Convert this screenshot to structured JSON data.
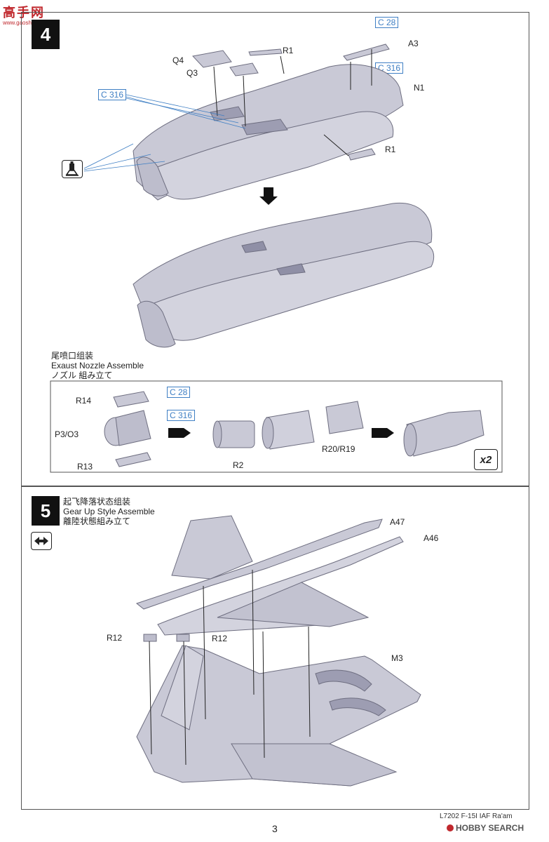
{
  "header": {
    "logo_text": "高手网",
    "logo_url_text": "www.gaoshouhm.cn"
  },
  "step4": {
    "number": "4",
    "labels": {
      "q4": "Q4",
      "q3": "Q3",
      "r1_top": "R1",
      "a3": "A3",
      "n1": "N1",
      "r1_side": "R1"
    },
    "color_codes": {
      "c28": "C 28",
      "c316_right": "C 316",
      "c316_left": "C 316"
    },
    "subassembly": {
      "title_cn": "尾喷口组装",
      "title_en": "Exaust Nozzle Assemble",
      "title_jp": "ノズル 組み立て",
      "labels": {
        "r14": "R14",
        "p3o3": "P3/O3",
        "r13": "R13",
        "r2": "R2",
        "r20r19": "R20/R19"
      },
      "color_codes": {
        "c28": "C 28",
        "c316": "C 316"
      },
      "quantity": "x2"
    }
  },
  "step5": {
    "number": "5",
    "title_cn": "起飞降落状态组装",
    "title_en": "Gear Up Style Assemble",
    "title_jp": "離陸状態組み立て",
    "labels": {
      "a47": "A47",
      "a46": "A46",
      "r12_left": "R12",
      "r12_right": "R12",
      "m3": "M3"
    }
  },
  "footer": {
    "page_number": "3",
    "model_code": "L7202 F-15I IAF Ra'am",
    "watermark_brand": "HOBBY SEARCH"
  },
  "colors": {
    "part_fill": "#c9c9d6",
    "part_stroke": "#6e6e80",
    "color_code": "#3f7fc4",
    "step_box": "#111111"
  }
}
